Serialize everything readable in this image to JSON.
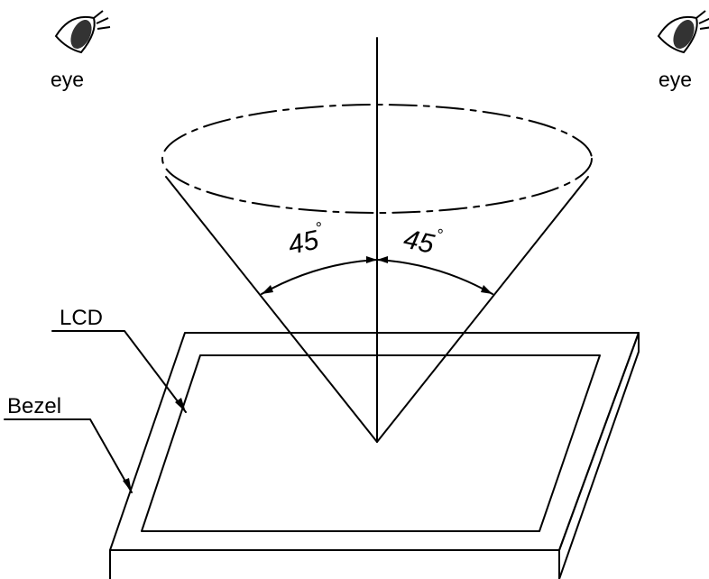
{
  "labels": {
    "eye_left": "eye",
    "eye_right": "eye",
    "lcd": "LCD",
    "bezel": "Bezel",
    "angle_left": "45",
    "angle_right": "45",
    "degree_symbol": "°"
  },
  "icons": {
    "eye_left": "eye-icon",
    "eye_right": "eye-icon"
  },
  "colors": {
    "ink": "#000000",
    "background": "#ffffff"
  }
}
